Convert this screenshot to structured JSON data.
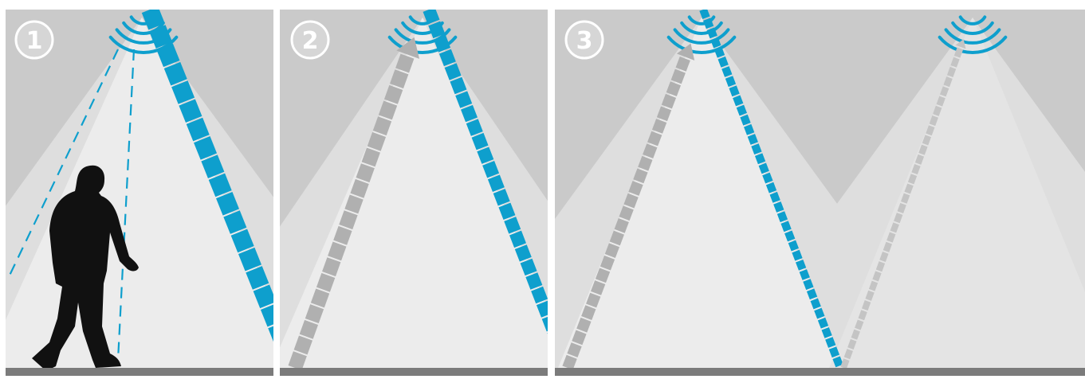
{
  "diagram": {
    "panels": [
      {
        "number": "1",
        "beam_style": "single-blue-return"
      },
      {
        "number": "2",
        "beam_style": "gray-up-blue-down"
      },
      {
        "number": "3",
        "beam_style": "relay-chain"
      }
    ],
    "colors": {
      "signal_blue": "#0e9fcd",
      "relay_gray": "#b0b0b0",
      "floor": "#7b7b7b",
      "cone_light": "#ececec",
      "cone_mid": "#dedede",
      "background": "#cacaca",
      "badge": "#d6d6d6",
      "silhouette": "#111111"
    },
    "icons": [
      "sensor-wave-icon",
      "walking-person-icon",
      "beam-arrow-icon"
    ]
  }
}
